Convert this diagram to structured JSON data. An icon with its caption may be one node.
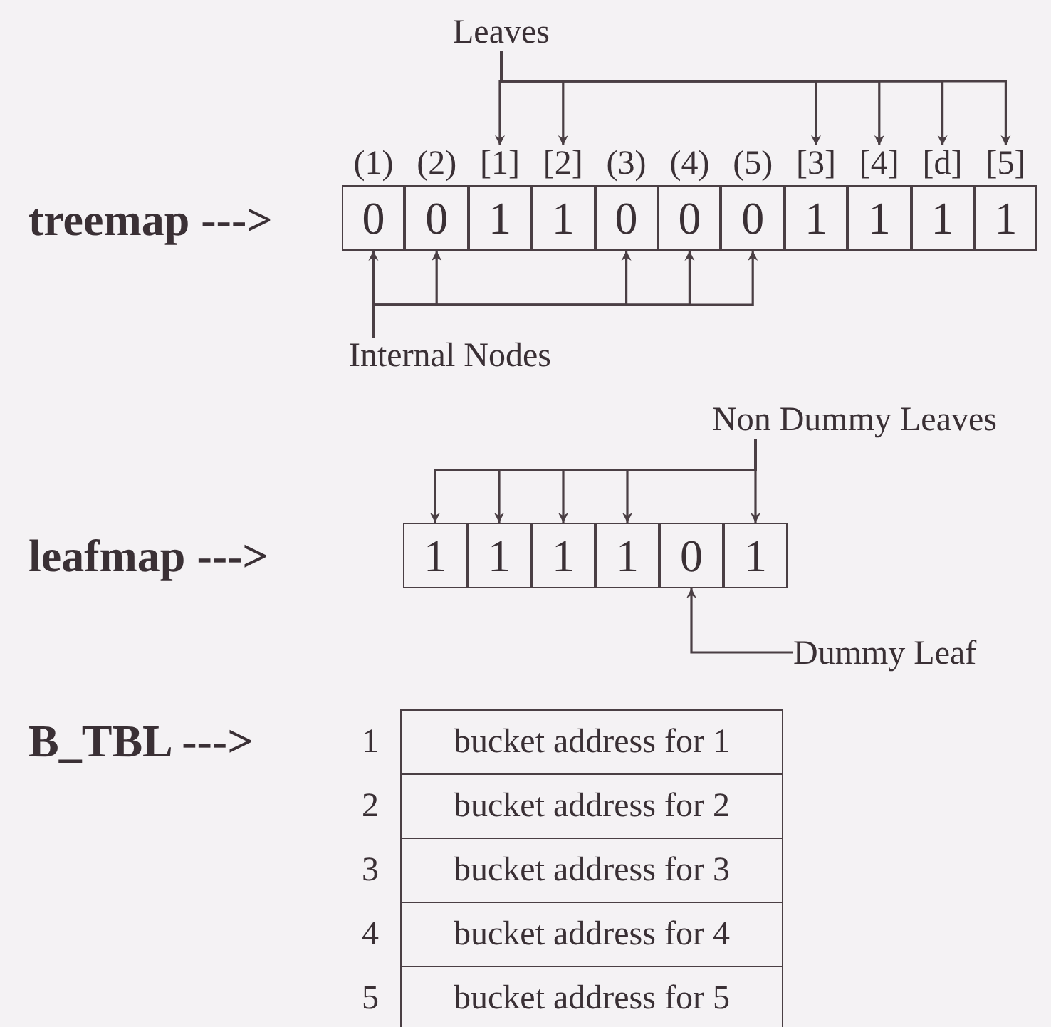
{
  "diagram": {
    "nodes": [
      {
        "text": [
          "Leaves"
        ]
      },
      {
        "text": [
          "0"
        ],
        "beside": [
          "(1)"
        ]
      },
      {
        "text": [
          "0"
        ],
        "beside": [
          "(2)"
        ]
      },
      {
        "text": [
          "1"
        ],
        "beside": [
          "[1]"
        ]
      },
      {
        "text": [
          "1"
        ],
        "beside": [
          "[2]"
        ]
      },
      {
        "text": [
          "0"
        ],
        "beside": [
          "(3)"
        ]
      },
      {
        "text": [
          "0"
        ],
        "beside": [
          "(4)"
        ]
      },
      {
        "text": [
          "0"
        ],
        "beside": [
          "(5)"
        ]
      },
      {
        "text": [
          "1"
        ],
        "beside": [
          "[3]"
        ]
      },
      {
        "text": [
          "1"
        ],
        "beside": [
          "[4]"
        ]
      },
      {
        "text": [
          "1"
        ],
        "beside": [
          "[d]"
        ]
      },
      {
        "text": [
          "1"
        ],
        "beside": [
          "[5]"
        ]
      },
      {
        "text": [
          "Internal Nodes"
        ]
      },
      {
        "text": [
          "Non Dummy Leaves"
        ]
      },
      {
        "text": [
          "1"
        ]
      },
      {
        "text": [
          "1"
        ]
      },
      {
        "text": [
          "1"
        ]
      },
      {
        "text": [
          "1"
        ]
      },
      {
        "text": [
          "0"
        ]
      },
      {
        "text": [
          "1"
        ]
      },
      {
        "text": [
          "Dummy Leaf"
        ]
      },
      {
        "text": [
          "bucket address for 1"
        ],
        "beside": [
          "1"
        ]
      },
      {
        "text": [
          "bucket address for 2"
        ],
        "beside": [
          "2"
        ]
      },
      {
        "text": [
          "bucket address for 3"
        ],
        "beside": [
          "3"
        ]
      },
      {
        "text": [
          "bucket address for 4"
        ],
        "beside": [
          "4"
        ]
      },
      {
        "text": [
          "bucket address for 5"
        ],
        "beside": [
          "5"
        ]
      }
    ],
    "edges": [
      {
        "from": 0,
        "to": 3,
        "arrow": "to"
      },
      {
        "from": 0,
        "to": 4,
        "arrow": "to"
      },
      {
        "from": 0,
        "to": 8,
        "arrow": "to"
      },
      {
        "from": 0,
        "to": 9,
        "arrow": "to"
      },
      {
        "from": 0,
        "to": 10,
        "arrow": "to"
      },
      {
        "from": 0,
        "to": 11,
        "arrow": "to"
      },
      {
        "from": 12,
        "to": 1,
        "arrow": "to"
      },
      {
        "from": 12,
        "to": 2,
        "arrow": "to"
      },
      {
        "from": 12,
        "to": 5,
        "arrow": "to"
      },
      {
        "from": 12,
        "to": 6,
        "arrow": "to"
      },
      {
        "from": 12,
        "to": 7,
        "arrow": "to"
      },
      {
        "from": 13,
        "to": 14,
        "arrow": "to"
      },
      {
        "from": 13,
        "to": 15,
        "arrow": "to"
      },
      {
        "from": 13,
        "to": 16,
        "arrow": "to"
      },
      {
        "from": 13,
        "to": 17,
        "arrow": "to"
      },
      {
        "from": 13,
        "to": 19,
        "arrow": "to"
      },
      {
        "from": 20,
        "to": 18,
        "arrow": "to"
      }
    ],
    "labels": [
      "treemap --->",
      "leafmap --->",
      "B_TBL --->"
    ]
  }
}
